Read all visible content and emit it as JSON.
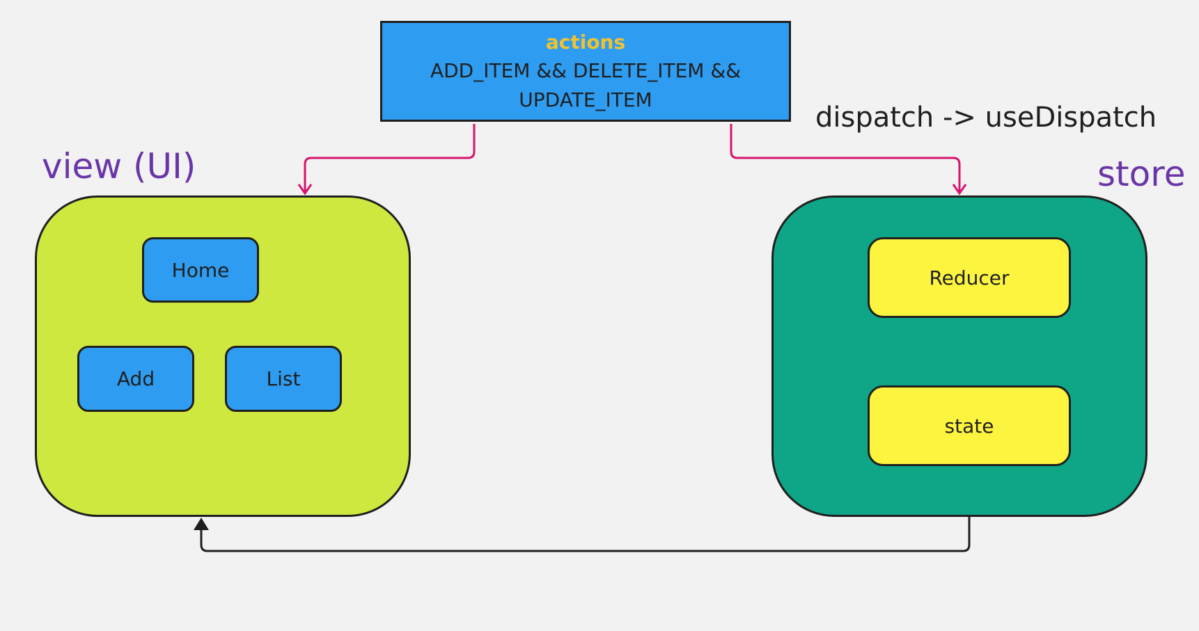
{
  "actions": {
    "title": "actions",
    "body": "ADD_ITEM  && DELETE_ITEM && UPDATE_ITEM"
  },
  "labels": {
    "view": "view (UI)",
    "store": "store",
    "dispatch": "dispatch -> useDispatch"
  },
  "view_nodes": {
    "home": "Home",
    "add": "Add",
    "list": "List"
  },
  "store_nodes": {
    "reducer": "Reducer",
    "state": "state"
  },
  "colors": {
    "background": "#f2f2f2",
    "view_group": "#cfe840",
    "store_group": "#0ea686",
    "blue_node": "#2e9cf0",
    "yellow_node": "#fdf43f",
    "actions_title": "#f1c232",
    "group_label": "#6a35a8",
    "action_arrow": "#d6136f",
    "flow_arrow": "#1f1f1f"
  }
}
